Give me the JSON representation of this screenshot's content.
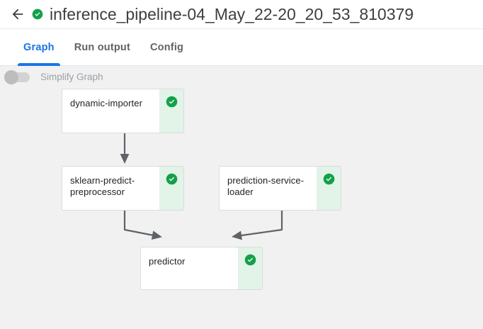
{
  "header": {
    "back_icon": "arrow-left-icon",
    "status_icon": "check-circle-icon",
    "status_color": "#14a04a",
    "title": "inference_pipeline-04_May_22-20_20_53_810379"
  },
  "tabs": [
    {
      "label": "Graph",
      "active": true
    },
    {
      "label": "Run output",
      "active": false
    },
    {
      "label": "Config",
      "active": false
    }
  ],
  "toolbar": {
    "simplify_toggle": {
      "label": "Simplify Graph",
      "state": "off",
      "icon": "toggle-switch-icon"
    }
  },
  "graph": {
    "accent_color": "#1a73e8",
    "status_badge_color": "#14a04a",
    "status_strip_color": "#e2f3e7",
    "canvas_color": "#f1f1f1",
    "edge_color": "#5f6368",
    "nodes": [
      {
        "id": "dynamic-importer",
        "label": "dynamic-importer",
        "status": "success",
        "status_icon": "check-circle-icon"
      },
      {
        "id": "sklearn-predict-preprocessor",
        "label": "sklearn-predict-preprocessor",
        "status": "success",
        "status_icon": "check-circle-icon"
      },
      {
        "id": "prediction-service-loader",
        "label": "prediction-service-loader",
        "status": "success",
        "status_icon": "check-circle-icon"
      },
      {
        "id": "predictor",
        "label": "predictor",
        "status": "success",
        "status_icon": "check-circle-icon"
      }
    ],
    "edges": [
      {
        "from": "dynamic-importer",
        "to": "sklearn-predict-preprocessor"
      },
      {
        "from": "sklearn-predict-preprocessor",
        "to": "predictor"
      },
      {
        "from": "prediction-service-loader",
        "to": "predictor"
      }
    ]
  }
}
